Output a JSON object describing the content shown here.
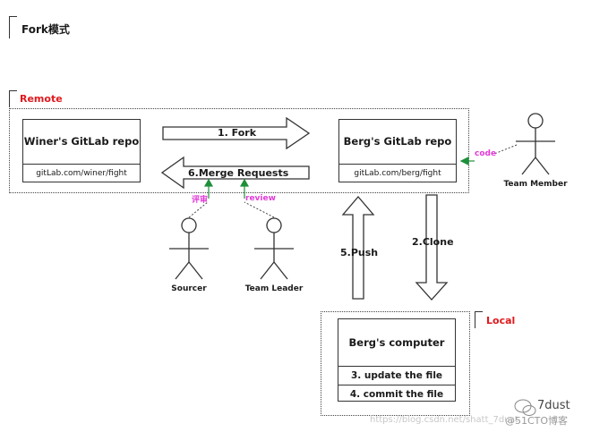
{
  "title": "Fork模式",
  "remote_label": "Remote",
  "local_label": "Local",
  "winer_repo": {
    "title": "Winer's GitLab repo",
    "url": "gitLab.com/winer/fight"
  },
  "berg_repo": {
    "title": "Berg's GitLab repo",
    "url": "gitLab.com/berg/fight"
  },
  "berg_computer": {
    "title": "Berg's computer",
    "steps": [
      "3. update the file",
      "4. commit the file"
    ]
  },
  "arrows": {
    "fork": "1. Fork",
    "merge": "6.Merge Requests",
    "push": "5.Push",
    "clone": "2.Clone"
  },
  "annotations": {
    "comment": "评审",
    "review": "review",
    "code": "code"
  },
  "actors": {
    "sourcer": "Sourcer",
    "team_leader": "Team Leader",
    "team_member": "Team Member"
  },
  "watermark": {
    "url": "https://blog.csdn.net/shatt_7dust",
    "wechat_name": "7dust",
    "blog": "@51CTO博客"
  },
  "colors": {
    "accent": "#e0191d",
    "annotation": "#e23bd7",
    "stroke": "#333333"
  }
}
